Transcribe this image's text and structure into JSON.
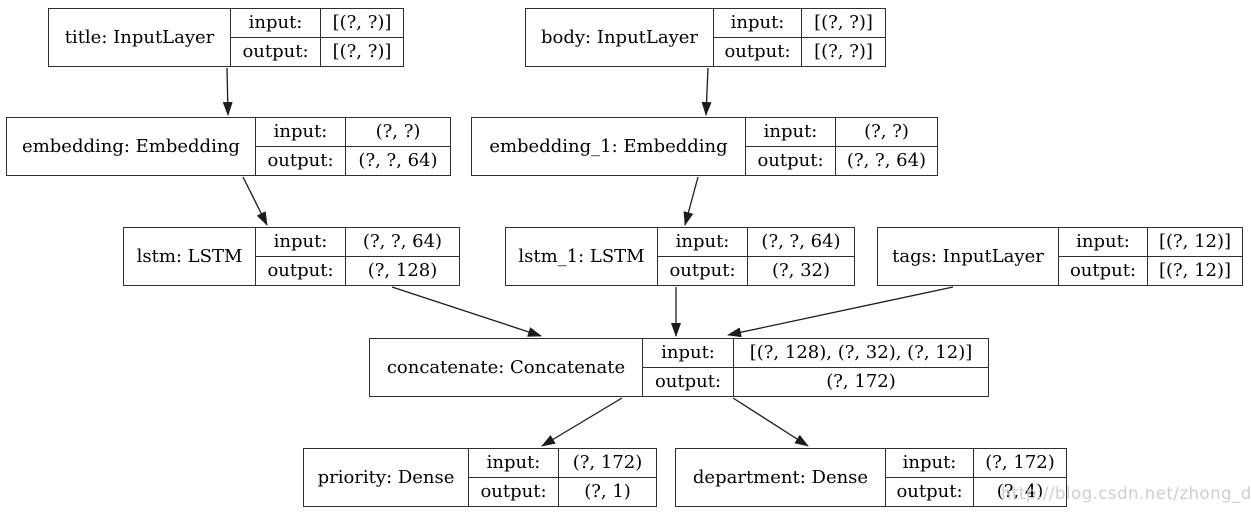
{
  "diagram": {
    "type": "keras-model-architecture",
    "io_labels": {
      "input": "input:",
      "output": "output:"
    },
    "nodes": [
      {
        "id": "title",
        "name": "title: InputLayer",
        "input": "[(?, ?)]",
        "output": "[(?, ?)]"
      },
      {
        "id": "body",
        "name": "body: InputLayer",
        "input": "[(?, ?)]",
        "output": "[(?, ?)]"
      },
      {
        "id": "embedding",
        "name": "embedding: Embedding",
        "input": "(?, ?)",
        "output": "(?, ?, 64)"
      },
      {
        "id": "embedding_1",
        "name": "embedding_1: Embedding",
        "input": "(?, ?)",
        "output": "(?, ?, 64)"
      },
      {
        "id": "lstm",
        "name": "lstm: LSTM",
        "input": "(?, ?, 64)",
        "output": "(?, 128)"
      },
      {
        "id": "lstm_1",
        "name": "lstm_1: LSTM",
        "input": "(?, ?, 64)",
        "output": "(?, 32)"
      },
      {
        "id": "tags",
        "name": "tags: InputLayer",
        "input": "[(?, 12)]",
        "output": "[(?, 12)]"
      },
      {
        "id": "concatenate",
        "name": "concatenate: Concatenate",
        "input": "[(?, 128), (?, 32), (?, 12)]",
        "output": "(?, 172)"
      },
      {
        "id": "priority",
        "name": "priority: Dense",
        "input": "(?, 172)",
        "output": "(?, 1)"
      },
      {
        "id": "department",
        "name": "department: Dense",
        "input": "(?, 172)",
        "output": "(?, 4)"
      }
    ],
    "edges": [
      {
        "from": "title",
        "to": "embedding"
      },
      {
        "from": "body",
        "to": "embedding_1"
      },
      {
        "from": "embedding",
        "to": "lstm"
      },
      {
        "from": "embedding_1",
        "to": "lstm_1"
      },
      {
        "from": "lstm",
        "to": "concatenate"
      },
      {
        "from": "lstm_1",
        "to": "concatenate"
      },
      {
        "from": "tags",
        "to": "concatenate"
      },
      {
        "from": "concatenate",
        "to": "priority"
      },
      {
        "from": "concatenate",
        "to": "department"
      }
    ],
    "watermark": "http://blog.csdn.net/zhong_ddbb",
    "colors": {
      "border": "#2e2e2e",
      "background": "#ffffff",
      "edge": "#1c1c1c",
      "watermark": "#c3c6c9"
    }
  }
}
